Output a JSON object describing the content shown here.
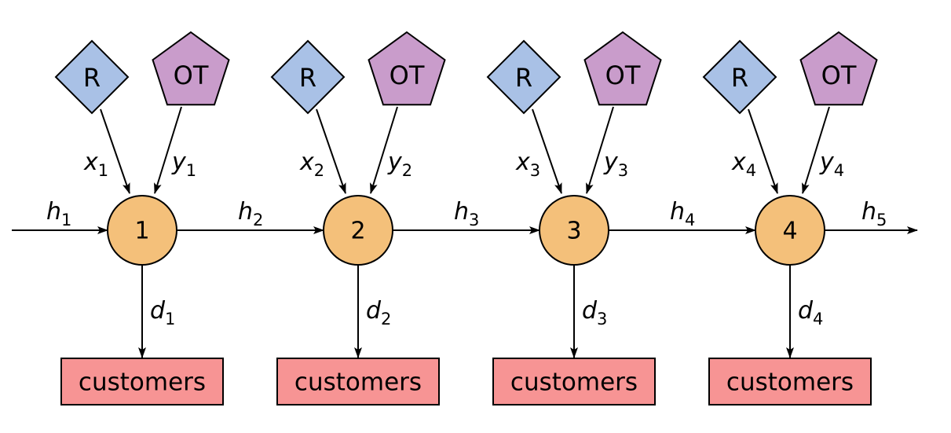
{
  "colors": {
    "node_fill": "#F4C07A",
    "regular_fill": "#A9C1E6",
    "overtime_fill": "#C99CCB",
    "customer_fill": "#F79494",
    "stroke": "#000000"
  },
  "nodes": [
    {
      "label": "1",
      "regular_label": "R",
      "overtime_label": "OT",
      "customer_label": "customers",
      "x_var": {
        "base": "x",
        "sub": "1"
      },
      "y_var": {
        "base": "y",
        "sub": "1"
      },
      "d_var": {
        "base": "d",
        "sub": "1"
      }
    },
    {
      "label": "2",
      "regular_label": "R",
      "overtime_label": "OT",
      "customer_label": "customers",
      "x_var": {
        "base": "x",
        "sub": "2"
      },
      "y_var": {
        "base": "y",
        "sub": "2"
      },
      "d_var": {
        "base": "d",
        "sub": "2"
      }
    },
    {
      "label": "3",
      "regular_label": "R",
      "overtime_label": "OT",
      "customer_label": "customers",
      "x_var": {
        "base": "x",
        "sub": "3"
      },
      "y_var": {
        "base": "y",
        "sub": "3"
      },
      "d_var": {
        "base": "d",
        "sub": "3"
      }
    },
    {
      "label": "4",
      "regular_label": "R",
      "overtime_label": "OT",
      "customer_label": "customers",
      "x_var": {
        "base": "x",
        "sub": "4"
      },
      "y_var": {
        "base": "y",
        "sub": "4"
      },
      "d_var": {
        "base": "d",
        "sub": "4"
      }
    }
  ],
  "h_vars": [
    {
      "base": "h",
      "sub": "1"
    },
    {
      "base": "h",
      "sub": "2"
    },
    {
      "base": "h",
      "sub": "3"
    },
    {
      "base": "h",
      "sub": "4"
    },
    {
      "base": "h",
      "sub": "5"
    }
  ]
}
